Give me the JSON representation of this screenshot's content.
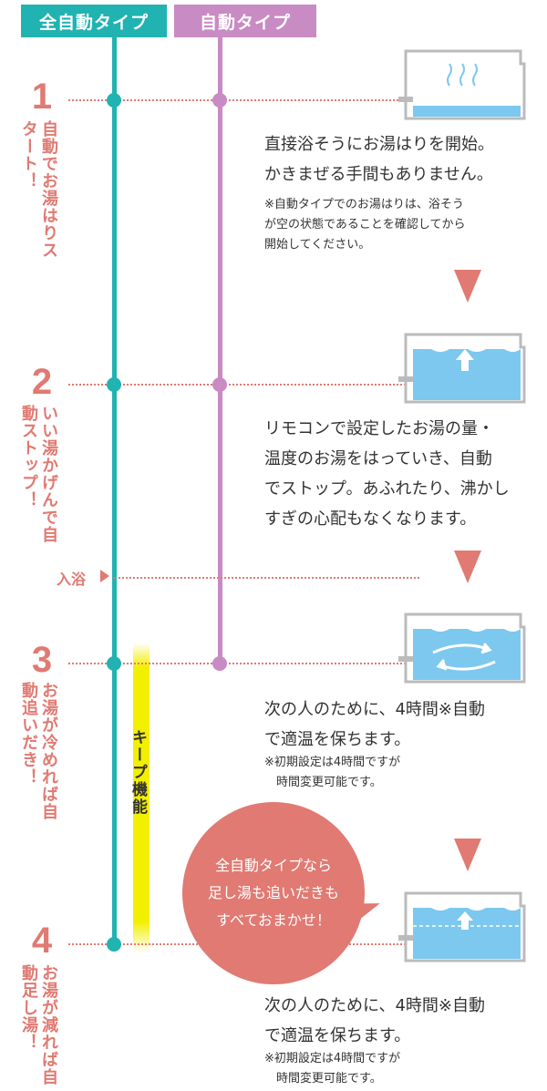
{
  "headers": {
    "full_auto": "全自動タイプ",
    "auto": "自動タイプ"
  },
  "steps": [
    {
      "number": "1",
      "label": "自動でお湯はりスタート！",
      "description_lines": [
        "直接浴そうにお湯はりを開始。",
        "かきまぜる手間もありません。"
      ],
      "note_lines": [
        "※自動タイプでのお湯はりは、浴そう",
        "が空の状態であることを確認してから",
        "開始してください。"
      ]
    },
    {
      "number": "2",
      "label": "いい湯かげんで自動ストップ！",
      "description_lines": [
        "リモコンで設定したお湯の量・",
        "温度のお湯をはっていき、自動",
        "でストップ。あふれたり、沸かし",
        "すぎの心配もなくなります。"
      ],
      "note_lines": []
    },
    {
      "number": "3",
      "label": "お湯が冷めれば自動追いだき！",
      "description_lines": [
        "次の人のために、4時間※自動",
        "で適温を保ちます。"
      ],
      "note_lines": [
        "※初期設定は4時間ですが",
        "　時間変更可能です。"
      ]
    },
    {
      "number": "4",
      "label": "お湯が減れば自動足し湯！",
      "description_lines": [
        "次の人のために、4時間※自動",
        "で適温を保ちます。"
      ],
      "note_lines": [
        "※初期設定は4時間ですが",
        "　時間変更可能です。"
      ]
    }
  ],
  "bath_entry": "入浴",
  "keep_function": "キープ機能",
  "bubble_lines": [
    "全自動タイプなら",
    "足し湯も追いだきも",
    "すべておまかせ！"
  ],
  "colors": {
    "teal": "#20b3b1",
    "purple": "#c88bc3",
    "coral": "#e07a72",
    "water": "#7cc8ef",
    "yellow": "#f2ef00"
  },
  "icons": [
    "steam-icon",
    "up-arrow-icon",
    "circulation-arrows-icon",
    "down-triangle-icon",
    "play-arrow-icon"
  ]
}
